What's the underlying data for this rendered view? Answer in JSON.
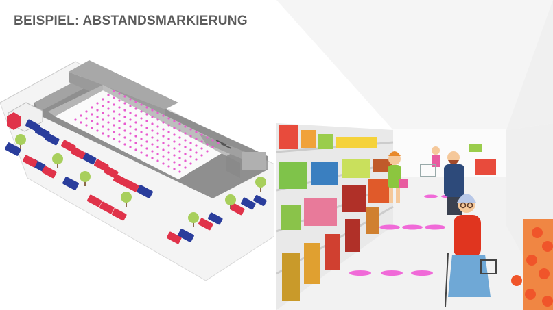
{
  "title": "BEISPIEL: ABSTANDSMARKIERUNG",
  "colors": {
    "heading": "#5c5c5c",
    "marking": "#e85ccf",
    "car_red": "#e0334a",
    "car_blue": "#2a3d9c",
    "tree": "#a8cf5c",
    "building_wall": "#9a9a9a",
    "floor": "#f2f2f2"
  },
  "illustrations": {
    "left": "isometric-supermarket-parking-lot",
    "right": "supermarket-aisle-with-shoppers"
  }
}
